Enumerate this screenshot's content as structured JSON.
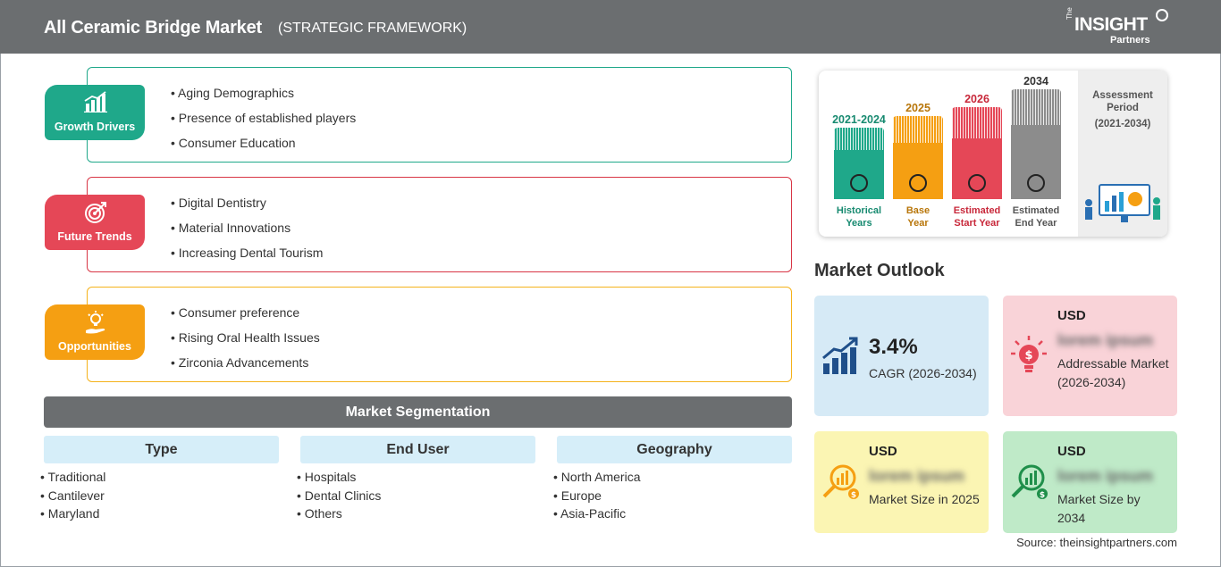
{
  "header": {
    "title": "All Ceramic Bridge Market",
    "subtitle": "(STRATEGIC FRAMEWORK)",
    "logo_the": "The",
    "logo_main": "INSIGHT",
    "logo_sub": "Partners"
  },
  "framework": {
    "growth_drivers": {
      "label": "Growth Drivers",
      "color": "#1fa88a",
      "items": [
        "Aging Demographics",
        "Presence of established players",
        "Consumer Education"
      ]
    },
    "future_trends": {
      "label": "Future Trends",
      "color": "#e54757",
      "items": [
        "Digital Dentistry",
        "Material Innovations",
        "Increasing Dental Tourism"
      ]
    },
    "opportunities": {
      "label": "Opportunities",
      "color": "#f59f12",
      "items": [
        "Consumer preference",
        "Rising Oral Health Issues",
        "Zirconia Advancements"
      ]
    }
  },
  "segmentation": {
    "title": "Market Segmentation",
    "columns": [
      {
        "head": "Type",
        "items": [
          "Traditional",
          "Cantilever",
          "Maryland"
        ]
      },
      {
        "head": "End User",
        "items": [
          "Hospitals",
          "Dental Clinics",
          "Others"
        ]
      },
      {
        "head": "Geography",
        "items": [
          "North America",
          "Europe",
          "Asia-Pacific"
        ]
      }
    ]
  },
  "assessment": {
    "periods": [
      {
        "year": "2021-2024",
        "caption_1": "Historical",
        "caption_2": "Years",
        "color": "#1fa88a",
        "icon": "history-icon"
      },
      {
        "year": "2025",
        "caption_1": "Base",
        "caption_2": "Year",
        "color": "#f59f12",
        "icon": "calendar-icon"
      },
      {
        "year": "2026",
        "caption_1": "Estimated",
        "caption_2": "Start Year",
        "color": "#e54757",
        "icon": "start-icon"
      },
      {
        "year": "2034",
        "caption_1": "Estimated",
        "caption_2": "End Year",
        "color": "#8c8c8c",
        "icon": "presentation-icon"
      }
    ],
    "side_title_1": "Assessment",
    "side_title_2": "Period",
    "side_range": "(2021-2034)"
  },
  "outlook": {
    "title": "Market Outlook",
    "cagr": {
      "value": "3.4%",
      "label": "CAGR (2026-2034)",
      "bg": "#d6eaf6"
    },
    "addressable": {
      "usd": "USD",
      "blurred": "lorem ipsum",
      "label": "Addressable Market (2026-2034)",
      "bg": "#f9d3d8"
    },
    "size_2025": {
      "usd": "USD",
      "blurred": "lorem ipsum",
      "label": "Market Size in 2025",
      "bg": "#fbf5b3"
    },
    "size_2034": {
      "usd": "USD",
      "blurred": "lorem ipsum",
      "label": "Market Size by 2034",
      "bg": "#bfeac8"
    }
  },
  "source": "Source: theinsightpartners.com"
}
